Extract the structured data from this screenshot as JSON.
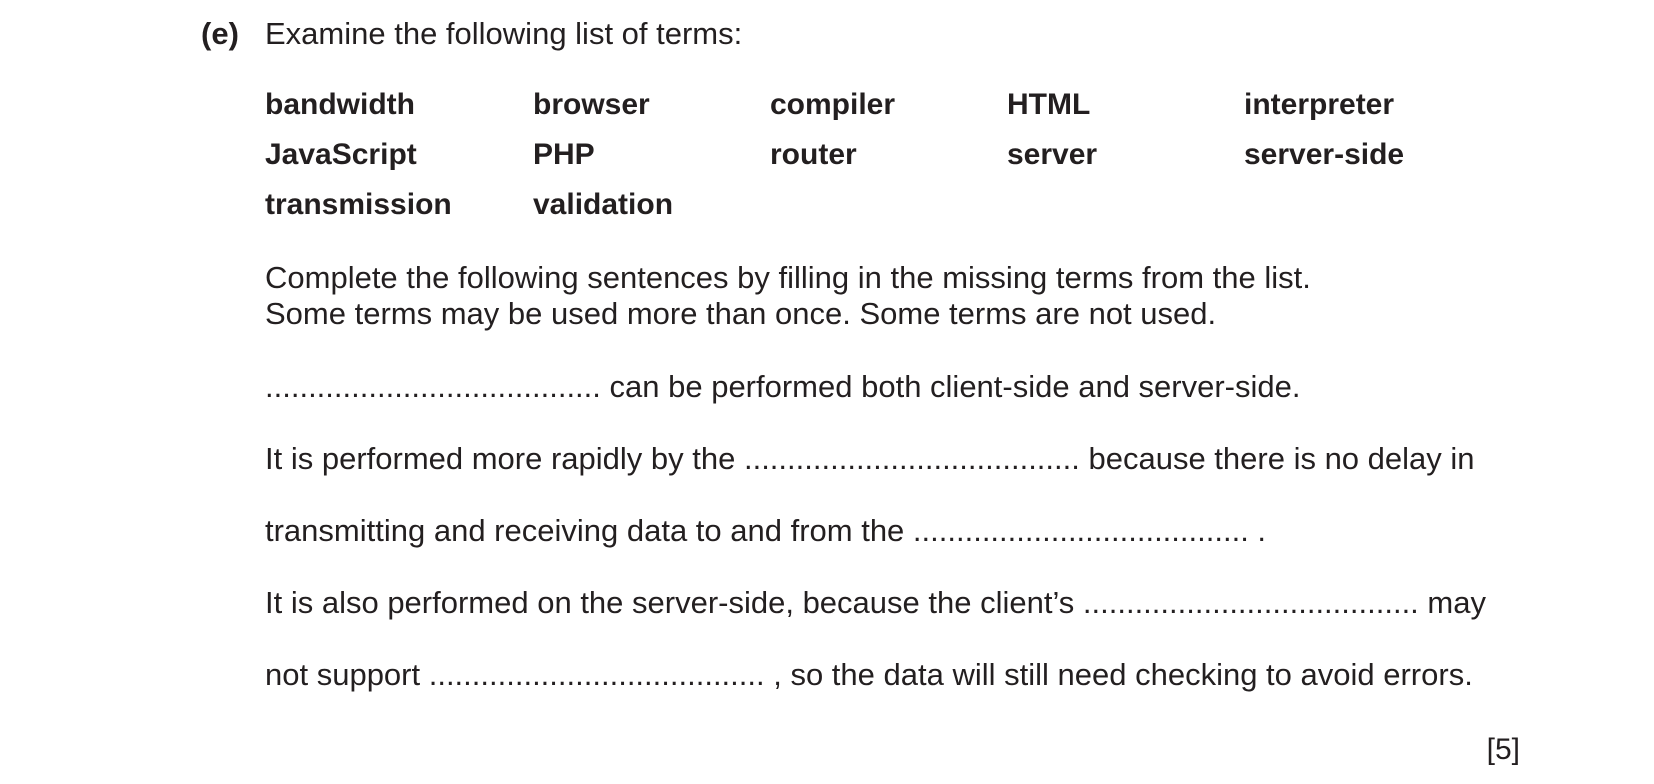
{
  "question": {
    "label": "(e)",
    "prompt": "Examine the following list of terms:"
  },
  "terms": [
    "bandwidth",
    "browser",
    "compiler",
    "HTML",
    "interpreter",
    "JavaScript",
    "PHP",
    "router",
    "server",
    "server-side",
    "transmission",
    "validation"
  ],
  "instructions": [
    "Complete the following sentences by filling in the missing terms from the list.",
    "Some terms may be used more than once. Some terms are not used."
  ],
  "sentences": [
    "....................................... can be performed both client-side and server-side.",
    "It is performed more rapidly by the ....................................... because there is no delay in",
    "transmitting and receiving data to and from the ....................................... .",
    "It is also performed on the server-side, because the client’s ....................................... may",
    "not support ....................................... , so the data will still need checking to avoid errors."
  ],
  "marks": "[5]"
}
